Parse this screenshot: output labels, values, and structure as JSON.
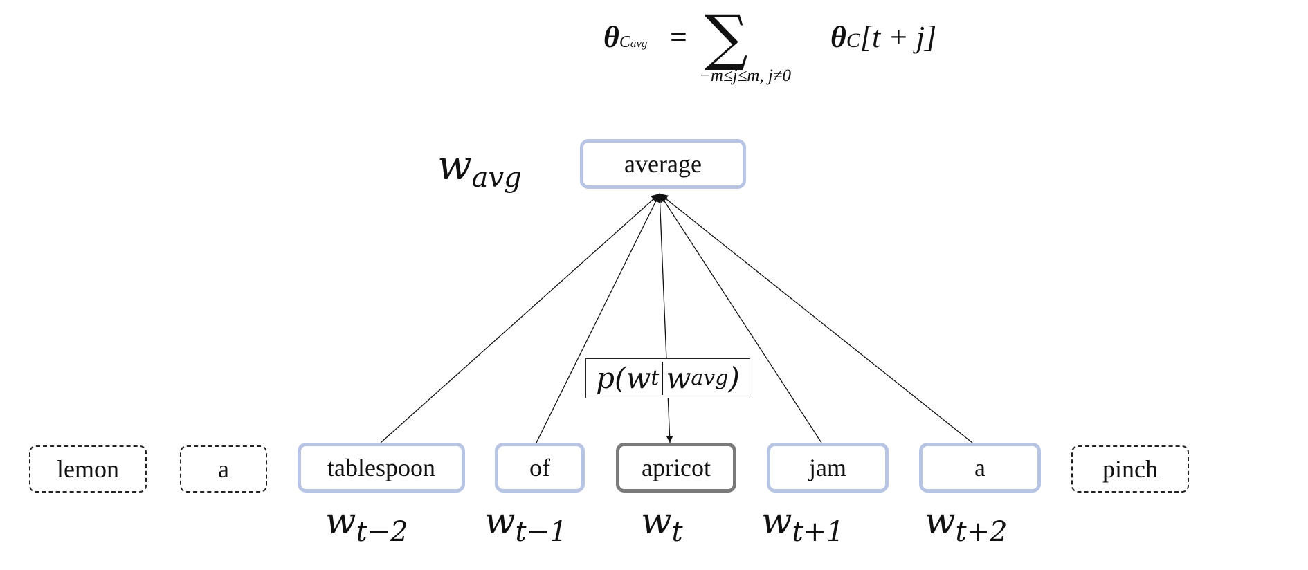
{
  "formula": {
    "lhs_symbol": "θ",
    "lhs_sub": "C",
    "lhs_subsub": "avg",
    "equals": "=",
    "sum_symbol": "∑",
    "sum_range": "−m≤j≤m, j≠0",
    "rhs_symbol": "θ",
    "rhs_sub": "C",
    "rhs_index": "[t + j]"
  },
  "average": {
    "label": "average",
    "var": "w",
    "var_sub": "avg"
  },
  "probability": {
    "p": "p(",
    "w1": "w",
    "w1_sub": "t",
    "w2": "w",
    "w2_sub": "avg",
    "close": ")"
  },
  "words": [
    {
      "text": "lemon",
      "kind": "outside"
    },
    {
      "text": "a",
      "kind": "outside"
    },
    {
      "text": "tablespoon",
      "kind": "context",
      "var": "w",
      "var_sub": "t−2"
    },
    {
      "text": "of",
      "kind": "context",
      "var": "w",
      "var_sub": "t−1"
    },
    {
      "text": "apricot",
      "kind": "center",
      "var": "w",
      "var_sub": "t"
    },
    {
      "text": "jam",
      "kind": "context",
      "var": "w",
      "var_sub": "t+1"
    },
    {
      "text": "a",
      "kind": "context",
      "var": "w",
      "var_sub": "t+2"
    },
    {
      "text": "pinch",
      "kind": "outside"
    }
  ],
  "colors": {
    "context_border": "#b7c4e4",
    "center_border": "#7a7a7a",
    "line": "#111111"
  }
}
